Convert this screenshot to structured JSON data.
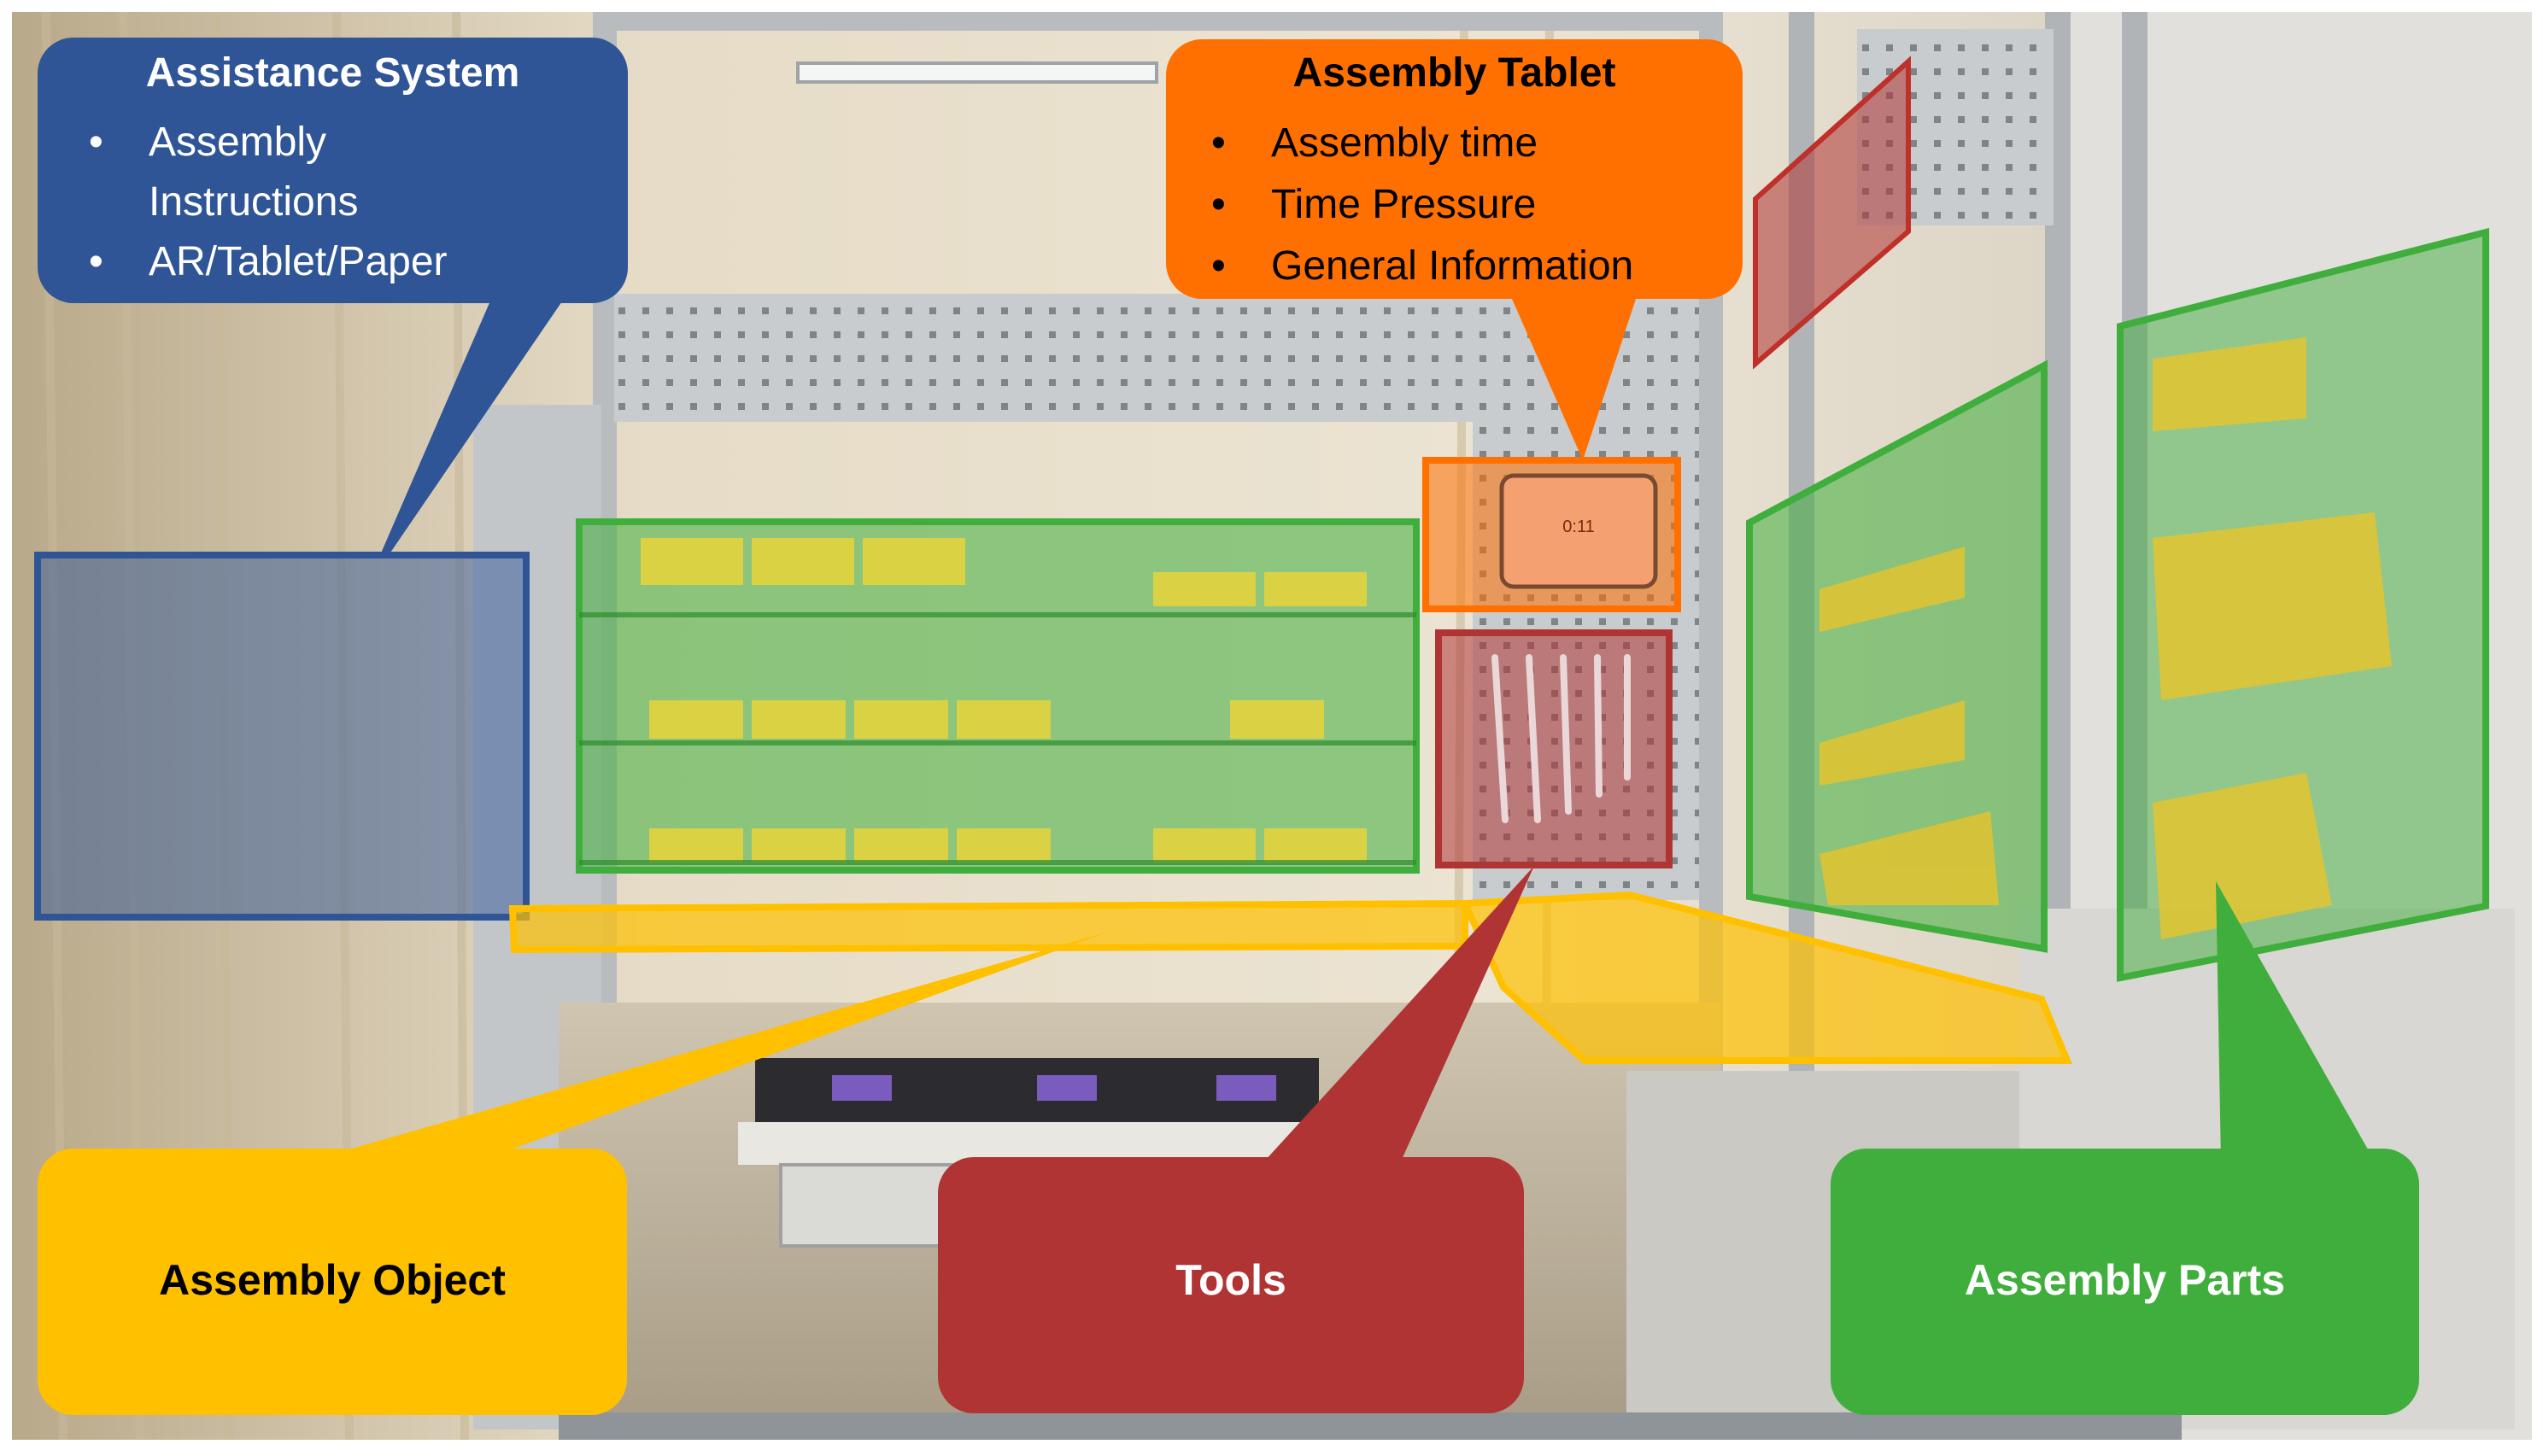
{
  "figure": {
    "background": "#ffffff",
    "colors": {
      "assistance": "#2f5597",
      "tablet": "#ff7000",
      "tools": "#b03434",
      "object": "#ffc000",
      "parts": "#3fae3c",
      "wall": "#d8d2c4"
    }
  },
  "callouts": {
    "assistance_system": {
      "title": "Assistance System",
      "items": [
        "Assembly",
        "Instructions",
        "AR/Tablet/Paper"
      ]
    },
    "assembly_tablet": {
      "title": "Assembly Tablet",
      "items": [
        "Assembly time",
        "Time Pressure",
        "General Information"
      ]
    },
    "assembly_object": {
      "title": "Assembly Object"
    },
    "tools": {
      "title": "Tools"
    },
    "assembly_parts": {
      "title": "Assembly Parts"
    }
  },
  "tablet_screen": {
    "time": "0:11"
  }
}
